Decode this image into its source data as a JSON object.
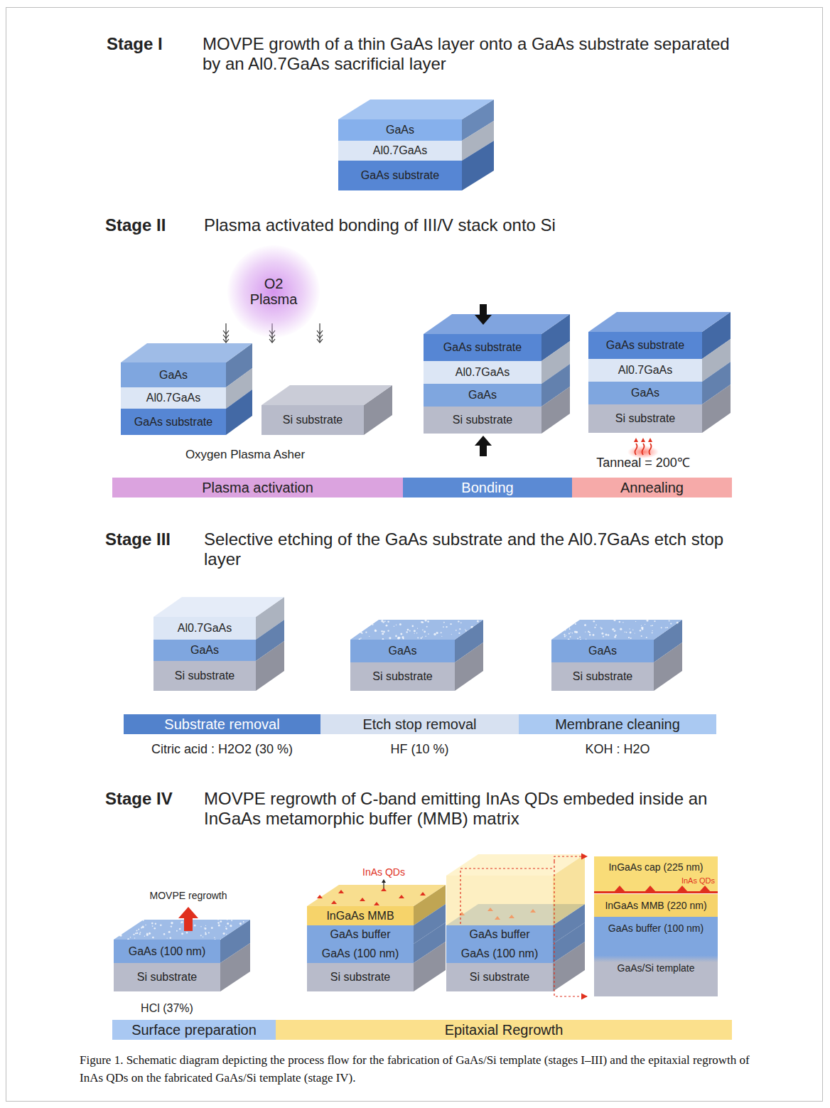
{
  "diagram": {
    "caption": "Figure 1. Schematic diagram depicting the process flow for the fabrication of GaAs/Si template (stages I–III) and the epitaxial regrowth of InAs QDs on the fabricated GaAs/Si template (stage IV).",
    "nodes": [
      {
        "text": [
          "GaAs"
        ]
      },
      {
        "text": [
          "Al0.7GaAs"
        ]
      },
      {
        "text": [
          "GaAs substrate"
        ]
      },
      {
        "text": [
          "O2 Plasma"
        ]
      },
      {
        "text": [
          "GaAs"
        ]
      },
      {
        "text": [
          "Al0.7GaAs"
        ]
      },
      {
        "text": [
          "GaAs substrate"
        ]
      },
      {
        "text": [
          "Si substrate"
        ]
      },
      {
        "text": [
          "GaAs substrate"
        ]
      },
      {
        "text": [
          "Al0.7GaAs"
        ]
      },
      {
        "text": [
          "GaAs"
        ]
      },
      {
        "text": [
          "Si substrate"
        ]
      },
      {
        "text": [
          "GaAs substrate"
        ]
      },
      {
        "text": [
          "Al0.7GaAs"
        ]
      },
      {
        "text": [
          "GaAs"
        ]
      },
      {
        "text": [
          "Si substrate"
        ]
      },
      {
        "text": [
          "Plasma activation"
        ]
      },
      {
        "text": [
          "Bonding"
        ]
      },
      {
        "text": [
          "Annealing"
        ]
      },
      {
        "text": [
          "Al0.7GaAs"
        ]
      },
      {
        "text": [
          "GaAs"
        ]
      },
      {
        "text": [
          "Si substrate"
        ]
      },
      {
        "text": [
          "GaAs"
        ]
      },
      {
        "text": [
          "Si substrate"
        ]
      },
      {
        "text": [
          "GaAs"
        ]
      },
      {
        "text": [
          "Si substrate"
        ]
      },
      {
        "text": [
          "Substrate removal"
        ]
      },
      {
        "text": [
          "Etch stop removal"
        ]
      },
      {
        "text": [
          "Membrane cleaning"
        ]
      },
      {
        "text": [
          "GaAs (100 nm)"
        ]
      },
      {
        "text": [
          "Si substrate"
        ]
      },
      {
        "text": [
          "InGaAs MMB"
        ]
      },
      {
        "text": [
          "GaAs buffer"
        ]
      },
      {
        "text": [
          "GaAs (100 nm)"
        ]
      },
      {
        "text": [
          "Si substrate"
        ]
      },
      {
        "text": [
          "GaAs buffer"
        ]
      },
      {
        "text": [
          "GaAs (100 nm)"
        ]
      },
      {
        "text": [
          "Si substrate"
        ]
      },
      {
        "text": [
          "InGaAs cap (225 nm)"
        ]
      },
      {
        "text": [
          "InGaAs MMB (220 nm)"
        ]
      },
      {
        "text": [
          "GaAs buffer (100 nm)"
        ]
      },
      {
        "text": [
          "GaAs/Si template"
        ]
      },
      {
        "text": [
          "Surface preparation"
        ]
      },
      {
        "text": [
          "Epitaxial Regrowth"
        ]
      }
    ],
    "labels": [
      "Stage I",
      "MOVPE growth of a thin GaAs layer onto a GaAs substrate separated by an Al0.7GaAs sacrificial layer",
      "Stage II",
      "Plasma activated bonding of III/V stack onto Si",
      "Oxygen Plasma Asher",
      "Tanneal = 200℃",
      "Stage III",
      "Selective etching of the GaAs substrate and the Al0.7GaAs etch stop layer",
      "Citric acid : H2O2 (30 %)",
      "HF (10 %)",
      "KOH : H2O",
      "Stage IV",
      "MOVPE regrowth of C-band emitting InAs QDs embeded inside an InGaAs metamorphic buffer (MMB) matrix",
      "MOVPE regrowth",
      "HCl (37%)",
      "InAs QDs",
      "InAs QDs"
    ]
  }
}
